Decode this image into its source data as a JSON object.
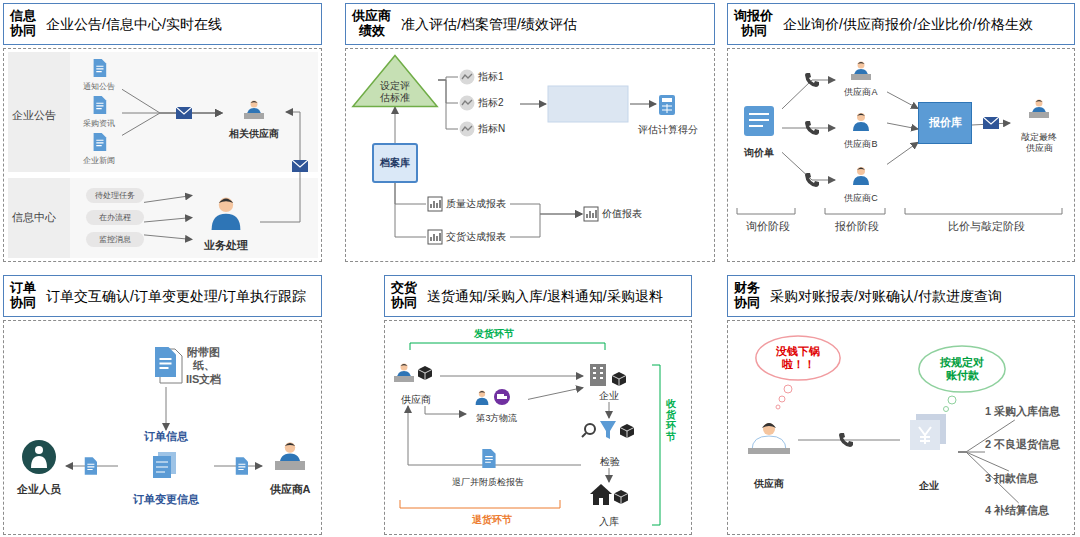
{
  "diagram": {
    "nodes": [
      {
        "text": [
          "信息 协同",
          "企业公告/信息中心/实时在线"
        ]
      },
      {
        "text": [
          "通知公告"
        ],
        "in": 0
      },
      {
        "text": [
          "采购资讯"
        ],
        "in": 0
      },
      {
        "text": [
          "企业新闻"
        ],
        "in": 0
      },
      {
        "text": [
          "相关供应商"
        ],
        "in": 0
      },
      {
        "text": [
          "待处理任务"
        ],
        "in": 0
      },
      {
        "text": [
          "在办流程"
        ],
        "in": 0
      },
      {
        "text": [
          "监控消息"
        ],
        "in": 0
      },
      {
        "text": [
          "业务处理"
        ],
        "in": 0
      },
      {
        "text": [
          "供应商 绩效",
          "准入评估/档案管理/绩效评估"
        ]
      },
      {
        "text": [
          "设定评 估标准"
        ],
        "in": 9
      },
      {
        "text": [
          "指标1"
        ],
        "in": 9
      },
      {
        "text": [
          "指标2"
        ],
        "in": 9
      },
      {
        "text": [
          "指标N"
        ],
        "in": 9
      },
      {
        "text": [
          "评估计算得分"
        ],
        "in": 9
      },
      {
        "text": [
          "档案库"
        ],
        "in": 9
      },
      {
        "text": [
          "质量达成报表"
        ],
        "in": 9
      },
      {
        "text": [
          "交货达成报表"
        ],
        "in": 9
      },
      {
        "text": [
          "价值报表"
        ],
        "in": 9
      },
      {
        "text": [
          "询报价 协同",
          "企业询价/供应商报价/企业比价/价格生效"
        ]
      },
      {
        "text": [
          "询价单"
        ],
        "in": 19
      },
      {
        "text": [
          "供应商A"
        ],
        "in": 19
      },
      {
        "text": [
          "供应商B"
        ],
        "in": 19
      },
      {
        "text": [
          "供应商C"
        ],
        "in": 19
      },
      {
        "text": [
          "报价库"
        ],
        "in": 19
      },
      {
        "text": [
          "敲定最终 供应商"
        ],
        "in": 19
      },
      {
        "text": [
          "订单 协同",
          "订单交互确认/订单变更处理/订单执行跟踪"
        ]
      },
      {
        "text": [
          "附带图 纸、IIS文档"
        ],
        "in": 26
      },
      {
        "text": [
          "订单信息",
          "订单变更信息"
        ],
        "in": 26
      },
      {
        "text": [
          "企业人员"
        ],
        "in": 26
      },
      {
        "text": [
          "供应商A"
        ],
        "in": 26
      },
      {
        "text": [
          "交货 协同",
          "送货通知/采购入库/退料通知/采购退料"
        ]
      },
      {
        "text": [
          "供应商"
        ],
        "in": 31
      },
      {
        "text": [
          "第3方物流"
        ],
        "in": 31
      },
      {
        "text": [
          "企业"
        ],
        "in": 31
      },
      {
        "text": [
          "检验"
        ],
        "in": 31
      },
      {
        "text": [
          "入库"
        ],
        "in": 31
      },
      {
        "text": [
          "退厂并附质检报告"
        ],
        "in": 31
      },
      {
        "text": [
          "财务 协同",
          "采购对账报表/对账确认/付款进度查询"
        ]
      },
      {
        "text": [
          "没钱下锅 啦！！"
        ],
        "in": 38
      },
      {
        "text": [
          "按规定对 账付款"
        ],
        "in": 38
      },
      {
        "text": [
          "供应商"
        ],
        "in": 38
      },
      {
        "text": [
          "企业"
        ],
        "in": 38
      },
      {
        "text": [
          "1 采购入库信息"
        ],
        "in": 38
      },
      {
        "text": [
          "2 不良退货信息"
        ],
        "in": 38
      },
      {
        "text": [
          "3 扣款信息"
        ],
        "in": 38
      },
      {
        "text": [
          "4 补结算信息"
        ],
        "in": 38
      }
    ],
    "edges": [
      {
        "from": 1,
        "to": 4,
        "arrow": "to"
      },
      {
        "from": 2,
        "to": 4,
        "arrow": "to"
      },
      {
        "from": 3,
        "to": 4,
        "arrow": "to"
      },
      {
        "from": 5,
        "to": 8,
        "arrow": "to"
      },
      {
        "from": 6,
        "to": 8,
        "arrow": "to"
      },
      {
        "from": 7,
        "to": 8,
        "arrow": "to"
      },
      {
        "from": 8,
        "to": 4,
        "arrow": "to"
      },
      {
        "from": 15,
        "to": 10,
        "arrow": "to"
      },
      {
        "from": 10,
        "to": 11,
        "arrow": "none"
      },
      {
        "from": 10,
        "to": 12,
        "arrow": "none"
      },
      {
        "from": 10,
        "to": 13,
        "arrow": "none"
      },
      {
        "from": 15,
        "to": 16,
        "arrow": "none"
      },
      {
        "from": 15,
        "to": 17,
        "arrow": "none"
      },
      {
        "from": 16,
        "to": 18,
        "arrow": "to"
      },
      {
        "from": 17,
        "to": 18,
        "arrow": "to"
      },
      {
        "from": 20,
        "to": 21,
        "arrow": "to"
      },
      {
        "from": 20,
        "to": 22,
        "arrow": "to"
      },
      {
        "from": 20,
        "to": 23,
        "arrow": "to"
      },
      {
        "from": 21,
        "to": 24,
        "arrow": "to"
      },
      {
        "from": 22,
        "to": 24,
        "arrow": "to"
      },
      {
        "from": 23,
        "to": 24,
        "arrow": "to"
      },
      {
        "from": 24,
        "to": 25,
        "arrow": "to"
      },
      {
        "from": 27,
        "to": 28,
        "arrow": "to"
      },
      {
        "from": 28,
        "to": 29,
        "arrow": "to"
      },
      {
        "from": 28,
        "to": 30,
        "arrow": "to"
      },
      {
        "from": 32,
        "to": 34,
        "arrow": "to"
      },
      {
        "from": 32,
        "to": 33,
        "arrow": "to"
      },
      {
        "from": 33,
        "to": 34,
        "arrow": "to"
      },
      {
        "from": 34,
        "to": 35,
        "arrow": "to"
      },
      {
        "from": 35,
        "to": 36,
        "arrow": "to"
      },
      {
        "from": 35,
        "to": 32,
        "arrow": "to"
      },
      {
        "from": 41,
        "to": 42,
        "arrow": "none"
      },
      {
        "from": 42,
        "to": 43,
        "arrow": "none"
      },
      {
        "from": 42,
        "to": 44,
        "arrow": "none"
      },
      {
        "from": 42,
        "to": 45,
        "arrow": "none"
      },
      {
        "from": 42,
        "to": 46,
        "arrow": "none"
      }
    ],
    "labels": [
      "企业公告",
      "信息中心",
      "询价阶段",
      "报价阶段",
      "比价与敲定阶段",
      "发货环节",
      "收货环节",
      "退货环节"
    ]
  }
}
